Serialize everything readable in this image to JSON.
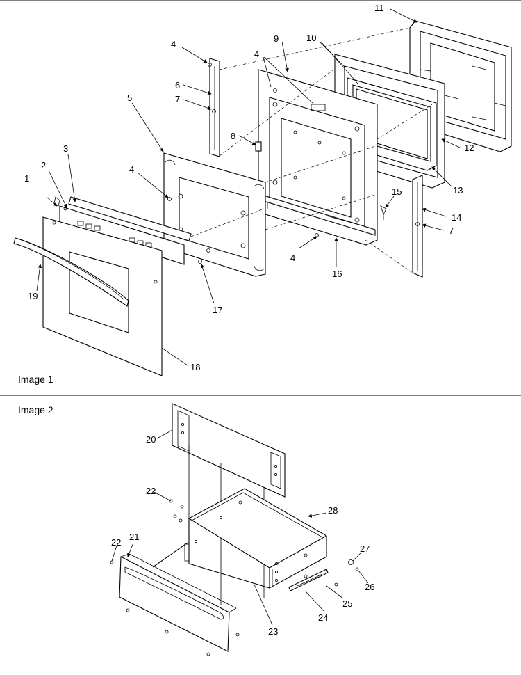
{
  "image1": {
    "title": "Image 1",
    "callouts": [
      "1",
      "2",
      "3",
      "4",
      "5",
      "6",
      "7",
      "8",
      "9",
      "10",
      "11",
      "12",
      "13",
      "14",
      "15",
      "16",
      "17",
      "18",
      "19"
    ]
  },
  "image2": {
    "title": "Image 2",
    "callouts": [
      "20",
      "21",
      "22",
      "23",
      "24",
      "25",
      "26",
      "27",
      "28"
    ]
  }
}
